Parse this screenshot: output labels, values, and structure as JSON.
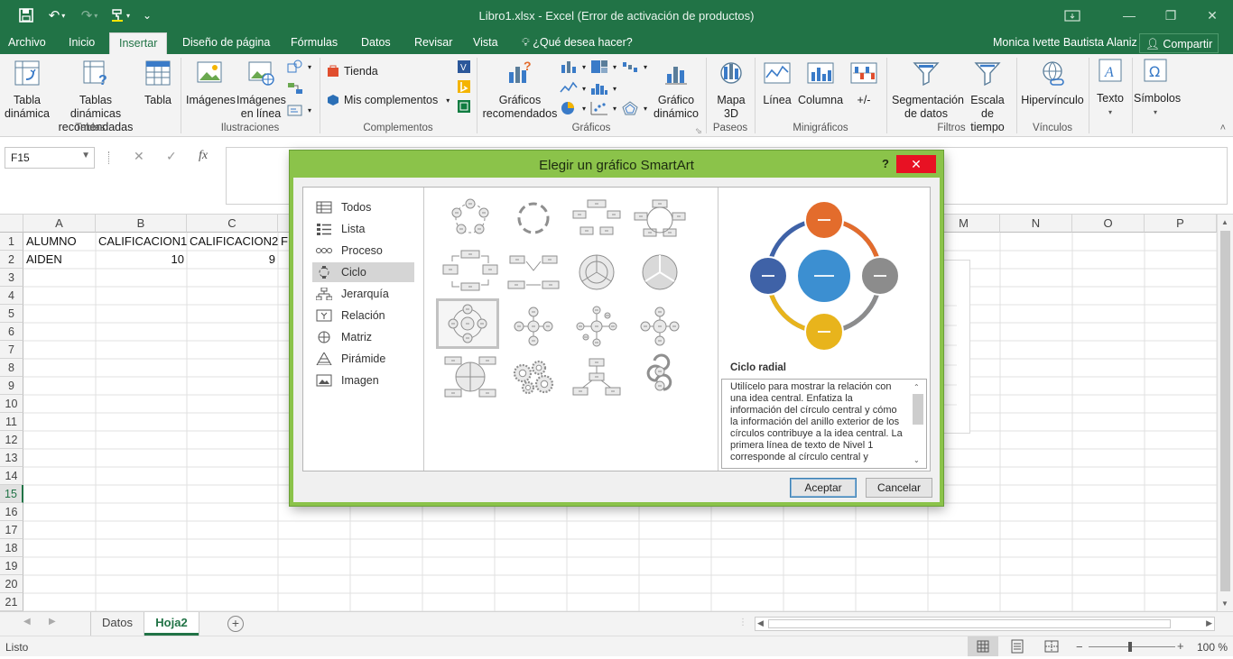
{
  "window": {
    "title": "Libro1.xlsx - Excel (Error de activación de productos)",
    "user": "Monica Ivette Bautista Alaniz",
    "share": "Compartir"
  },
  "menu": {
    "tabs": [
      "Archivo",
      "Inicio",
      "Insertar",
      "Diseño de página",
      "Fórmulas",
      "Datos",
      "Revisar",
      "Vista"
    ],
    "tell_me": "¿Qué desea hacer?",
    "active": "Insertar"
  },
  "ribbon": {
    "tabla_dinamica": "Tabla\ndinámica",
    "tablas_recomendadas": "Tablas dinámicas\nrecomendadas",
    "tabla": "Tabla",
    "imagenes": "Imágenes",
    "imagenes_linea": "Imágenes\nen línea",
    "tienda": "Tienda",
    "mis_complementos": "Mis complementos",
    "graficos_recomendados": "Gráficos\nrecomendados",
    "grafico_dinamico": "Gráfico\ndinámico",
    "mapa3d": "Mapa\n3D",
    "linea": "Línea",
    "columna": "Columna",
    "ganancia": "+/-",
    "segmentacion": "Segmentación\nde datos",
    "escala_tiempo": "Escala de\ntiempo",
    "hipervinculo": "Hipervínculo",
    "texto": "Texto",
    "simbolos": "Símbolos",
    "groups": {
      "tablas": "Tablas",
      "ilustraciones": "Ilustraciones",
      "complementos": "Complementos",
      "graficos": "Gráficos",
      "paseos": "Paseos",
      "minigraficos": "Minigráficos",
      "filtros": "Filtros",
      "vinculos": "Vínculos"
    }
  },
  "formula_bar": {
    "name_box": "F15",
    "fx": "fx",
    "content": ""
  },
  "sheet": {
    "columns": [
      "A",
      "B",
      "C",
      "M",
      "N",
      "O",
      "P"
    ],
    "rows": [
      "1",
      "2",
      "3",
      "4",
      "5",
      "6",
      "7",
      "8",
      "9",
      "10",
      "11",
      "12",
      "13",
      "14",
      "15",
      "16",
      "17",
      "18",
      "19",
      "20",
      "21"
    ],
    "a1": "ALUMNO",
    "b1": "CALIFICACION1",
    "c1": "CALIFICACION2",
    "d1": "FI",
    "a2": "AIDEN",
    "b2": "10",
    "c2": "9",
    "active_row": "15"
  },
  "sheet_tabs": {
    "tab1": "Datos",
    "tab2": "Hoja2",
    "active": "Hoja2"
  },
  "status": {
    "mode": "Listo",
    "zoom": "100 %"
  },
  "dialog": {
    "title": "Elegir un gráfico SmartArt",
    "help": "?",
    "categories": [
      "Todos",
      "Lista",
      "Proceso",
      "Ciclo",
      "Jerarquía",
      "Relación",
      "Matriz",
      "Pirámide",
      "Imagen"
    ],
    "selected_category": "Ciclo",
    "preview_name": "Ciclo radial",
    "preview_description": "Utilícelo para mostrar la relación con una idea central. Enfatiza la información del círculo central y cómo la información del anillo exterior de los círculos contribuye a la idea central. La primera línea de texto de Nivel 1 corresponde al círculo central y",
    "ok": "Aceptar",
    "cancel": "Cancelar",
    "colors": {
      "orange": "#e36c2c",
      "blue": "#3f62a7",
      "center": "#3c8fd1",
      "gray": "#8c8c8c",
      "yellow": "#e8b41c"
    }
  }
}
